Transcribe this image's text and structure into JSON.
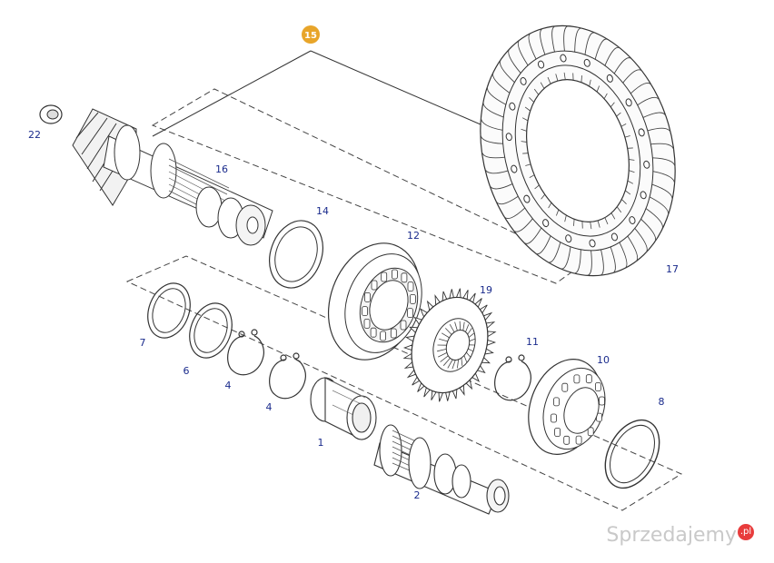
{
  "diagram": {
    "callout_badge": "15",
    "part_numbers": [
      "22",
      "16",
      "14",
      "12",
      "17",
      "19",
      "7",
      "6",
      "4",
      "4",
      "11",
      "10",
      "8",
      "1",
      "2"
    ],
    "watermark": {
      "brand": "Sprzedajemy",
      "suffix": ".pl"
    },
    "colors": {
      "line": "#333333",
      "label": "#1a2b8c",
      "badge": "#e8a52a",
      "watermark": "#c9c9c9",
      "watermark_dot": "#e83c3c"
    }
  }
}
